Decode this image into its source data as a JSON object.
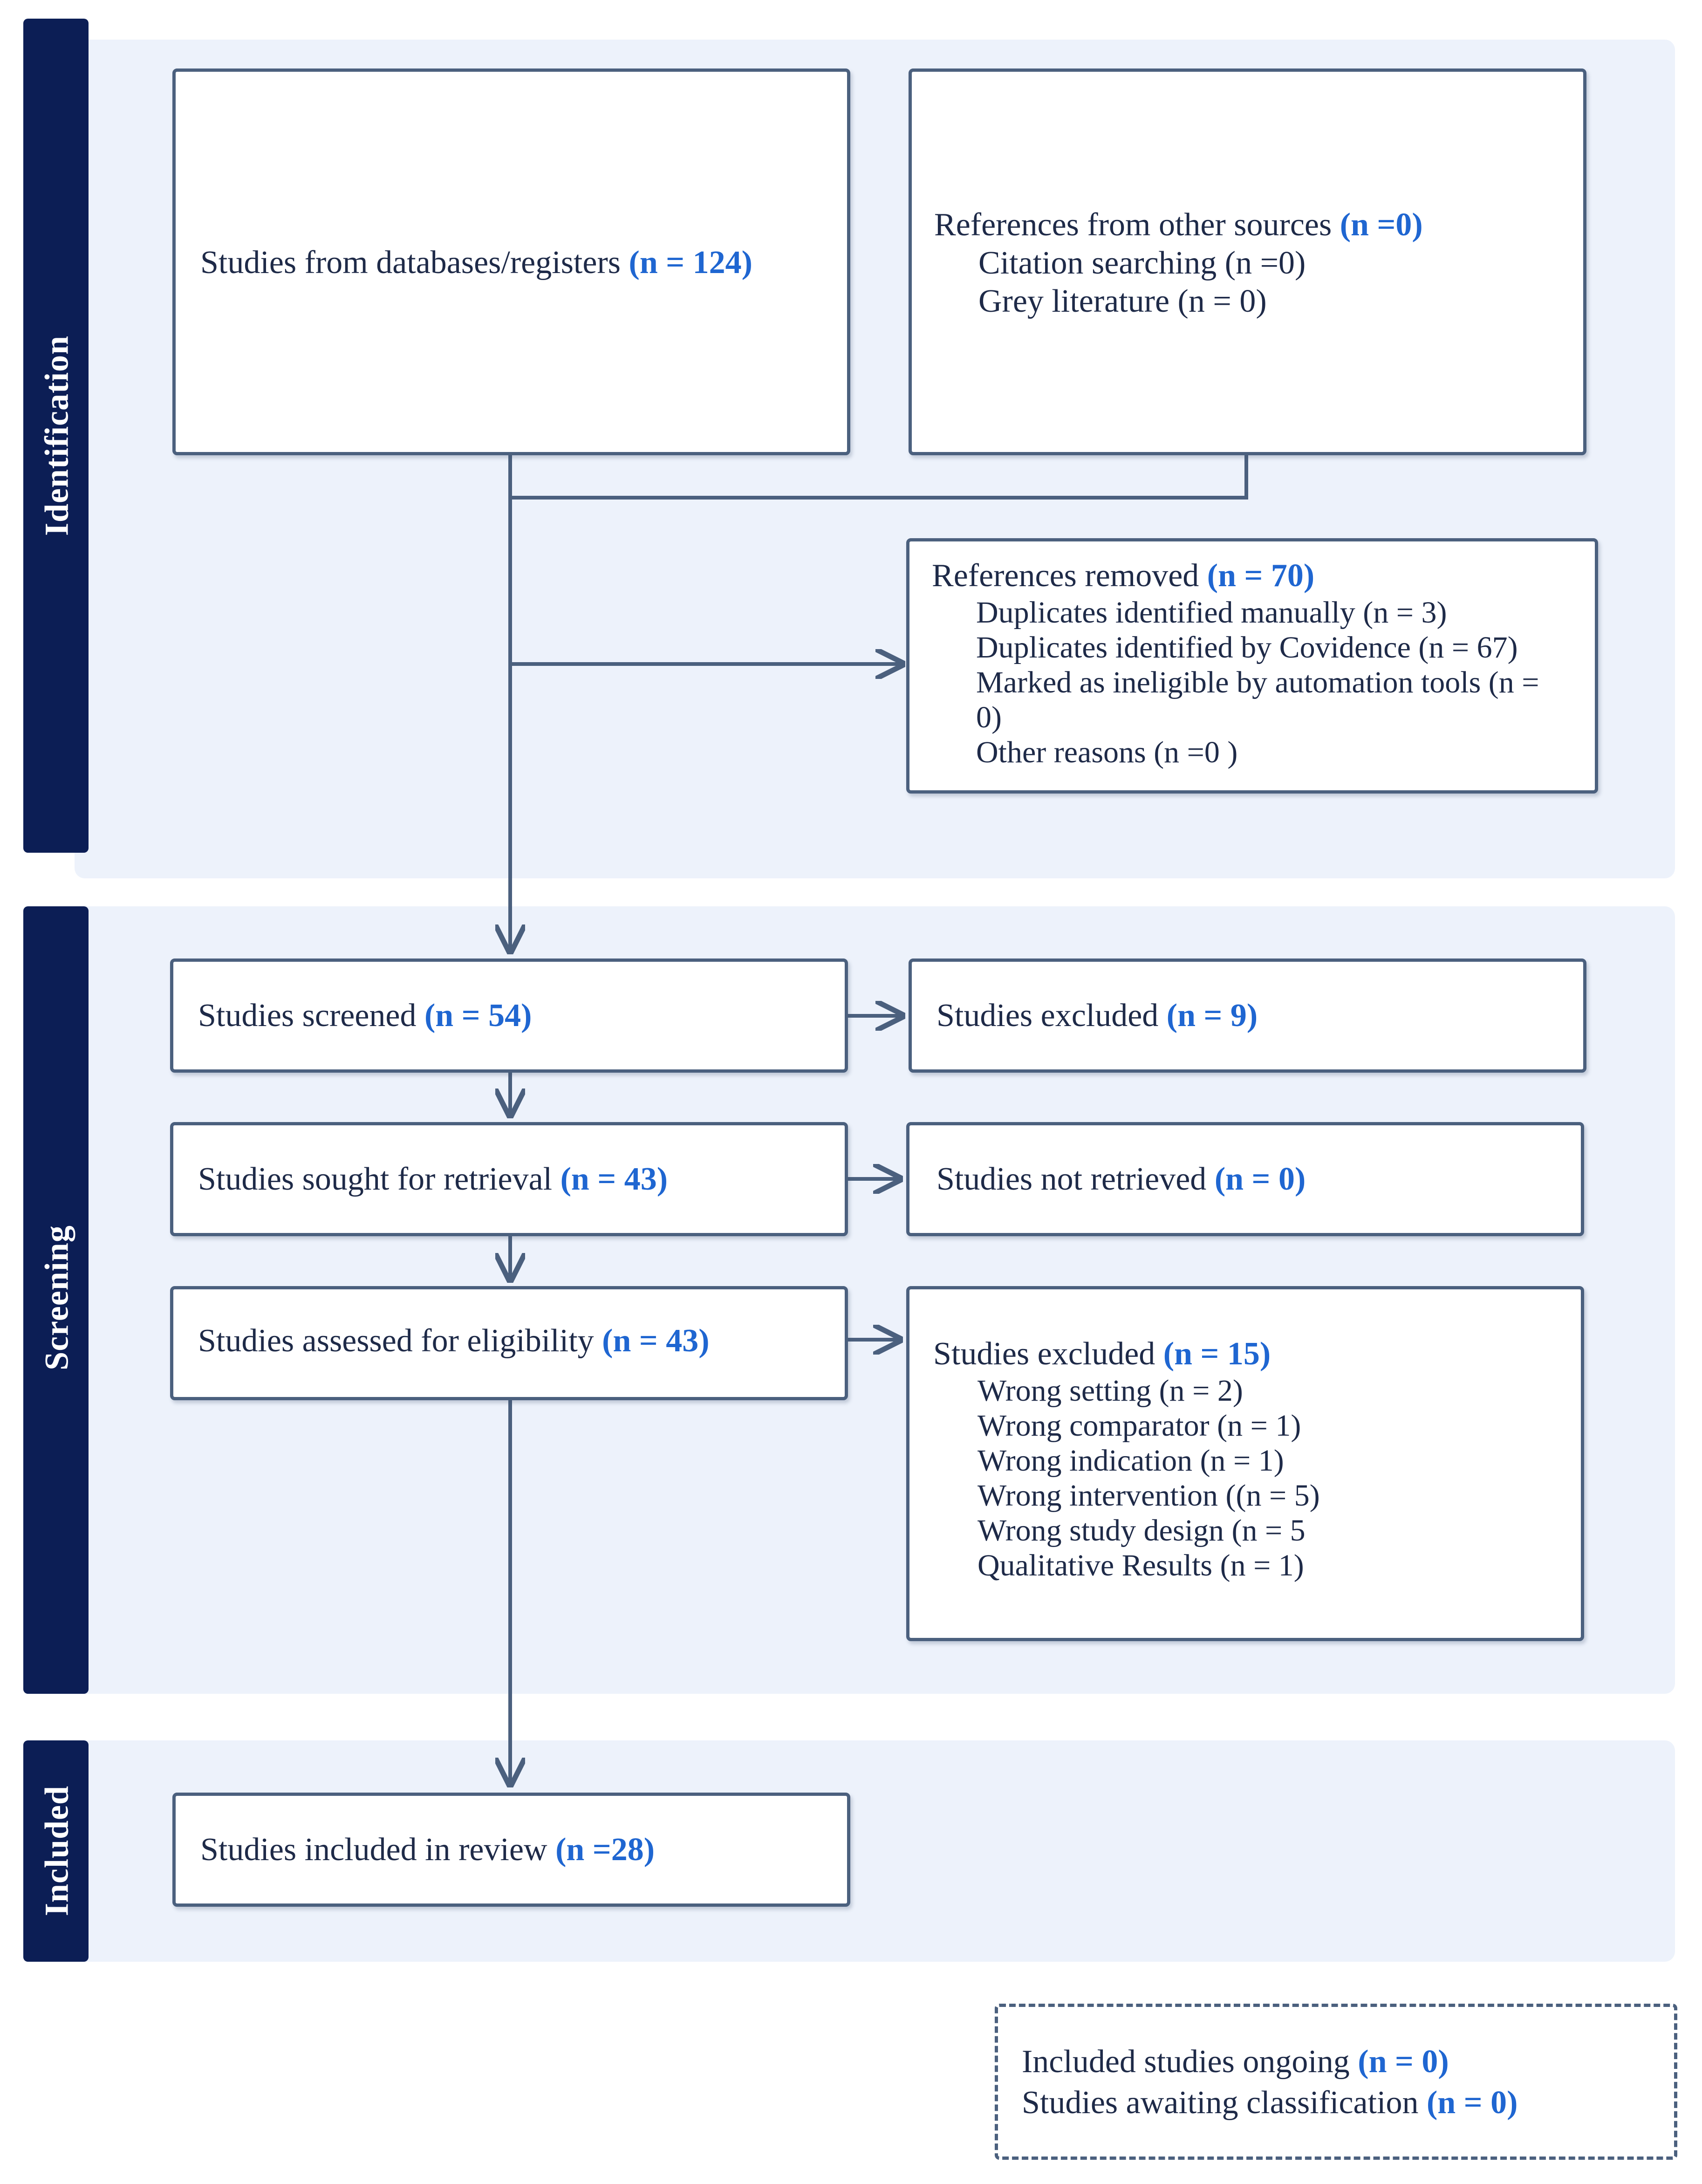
{
  "stages": {
    "identification": "Identification",
    "screening": "Screening",
    "included": "Included"
  },
  "boxes": {
    "databases": {
      "label": "Studies from databases/registers ",
      "n": "(n = 124)"
    },
    "other_sources": {
      "label": "References from other sources ",
      "n": "(n =0)",
      "items": [
        "Citation searching (n =0)",
        "Grey literature (n = 0)"
      ]
    },
    "removed": {
      "label": "References removed ",
      "n": "(n = 70)",
      "items": [
        "Duplicates identified manually (n = 3)",
        "Duplicates identified by Covidence (n = 67)",
        "Marked as ineligible by automation tools (n =",
        "0)",
        "Other reasons (n =0 )"
      ]
    },
    "screened": {
      "label": "Studies screened ",
      "n": "(n = 54)"
    },
    "excluded_screen": {
      "label": "Studies excluded ",
      "n": "(n = 9)"
    },
    "sought": {
      "label": "Studies sought for retrieval ",
      "n": "(n = 43)"
    },
    "not_retrieved": {
      "label": "Studies not retrieved ",
      "n": "(n = 0)"
    },
    "assessed": {
      "label": "Studies assessed for eligibility ",
      "n": "(n = 43)"
    },
    "excluded_full": {
      "label": "Studies excluded ",
      "n": "(n = 15)",
      "items": [
        "Wrong setting (n = 2)",
        "Wrong comparator (n = 1)",
        "Wrong indication (n = 1)",
        "Wrong intervention ((n = 5)",
        "Wrong study design (n = 5",
        "Qualitative Results (n = 1)"
      ]
    },
    "included": {
      "label": "Studies included in review ",
      "n": "(n =28)"
    },
    "ongoing": {
      "line1": "Included studies ongoing ",
      "n1": "(n = 0)",
      "line2": "Studies awaiting classification ",
      "n2": "(n = 0)"
    }
  },
  "colors": {
    "stage_tab": "#0c1e55",
    "stage_background": "#edf2fb",
    "box_border": "#4b607e",
    "count_text": "#1f66d1",
    "arrow": "#4b607e"
  }
}
